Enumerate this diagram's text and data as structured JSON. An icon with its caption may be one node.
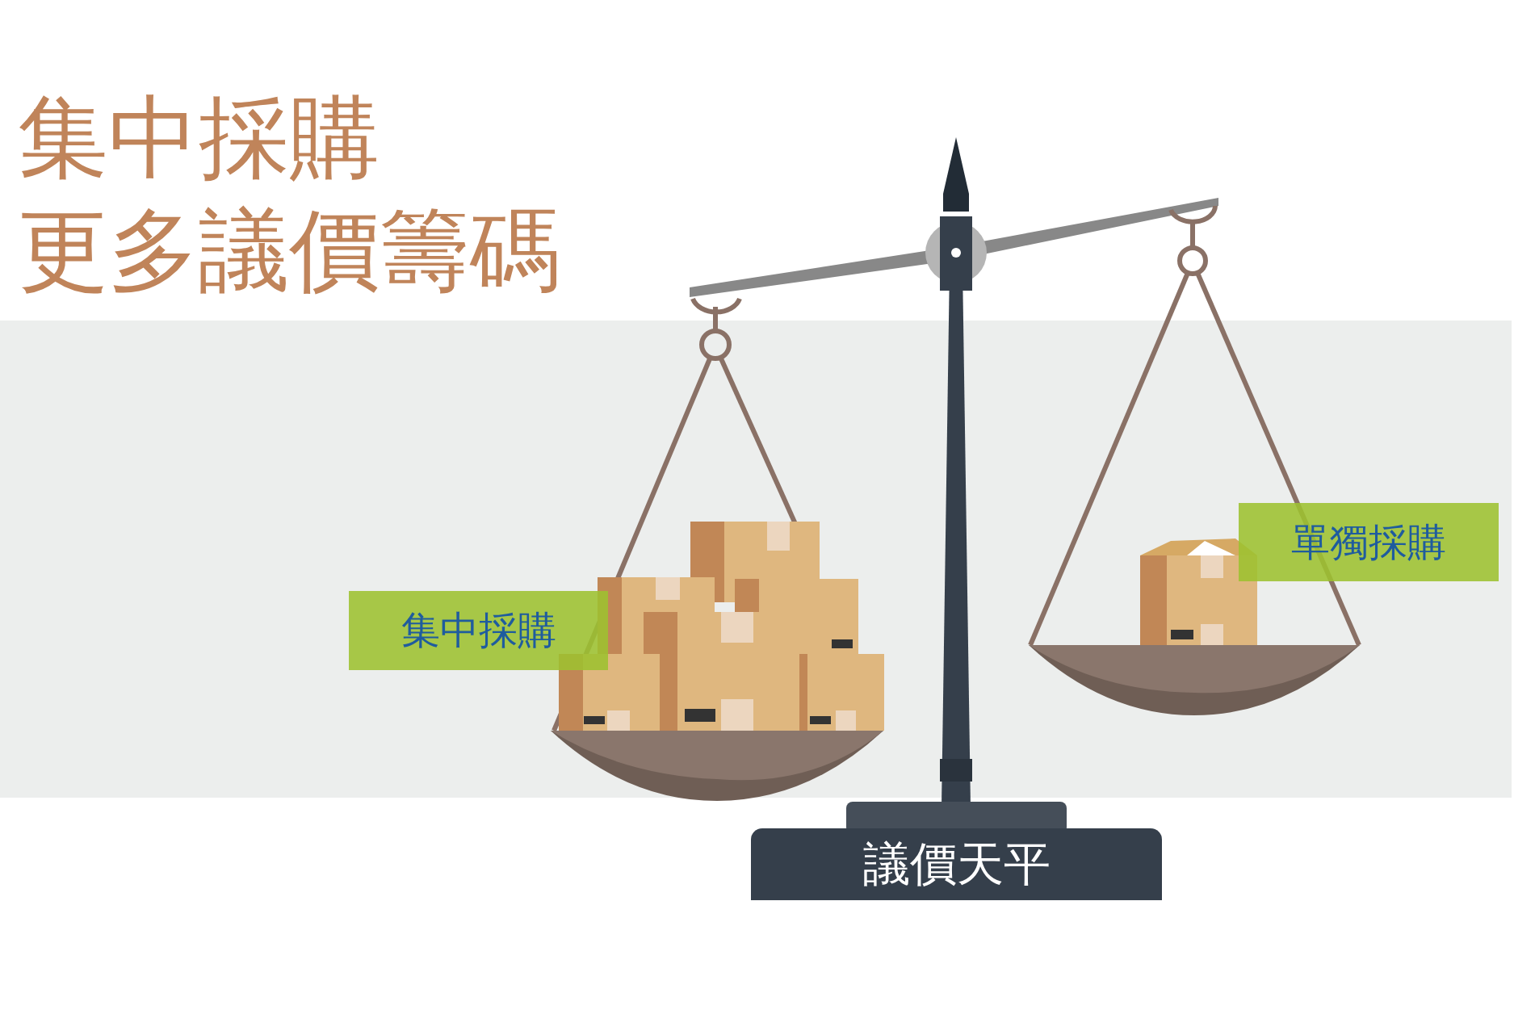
{
  "diagram": {
    "nodes": [
      {
        "text": [
          "集中採購"
        ]
      },
      {
        "text": [
          "單獨採購"
        ]
      },
      {
        "text": [
          "議價天平"
        ]
      }
    ],
    "labels": [
      "集中採購",
      "更多議價籌碼"
    ]
  }
}
